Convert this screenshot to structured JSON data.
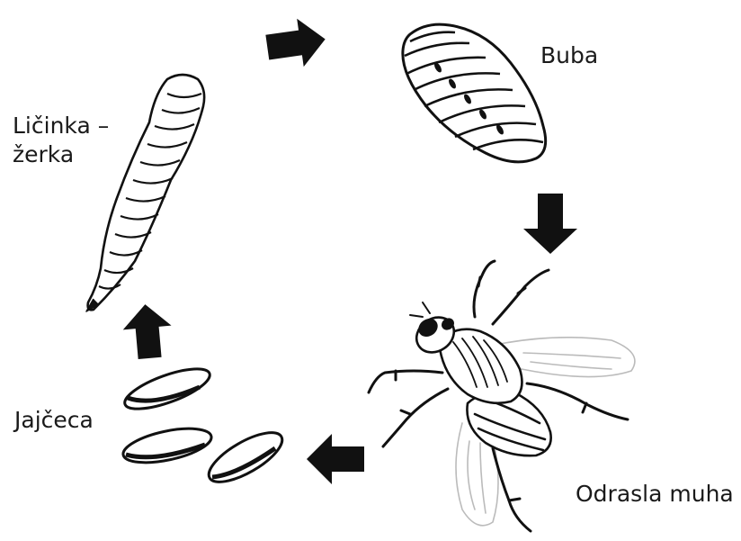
{
  "stages": {
    "larva": {
      "line1": "Ličinka –",
      "line2": "žerka"
    },
    "pupa": "Buba",
    "eggs": "Jajčeca",
    "adult": "Odrasla muha"
  },
  "colors": {
    "ink": "#111111",
    "background": "#ffffff",
    "wing": "#bbbbbb"
  }
}
